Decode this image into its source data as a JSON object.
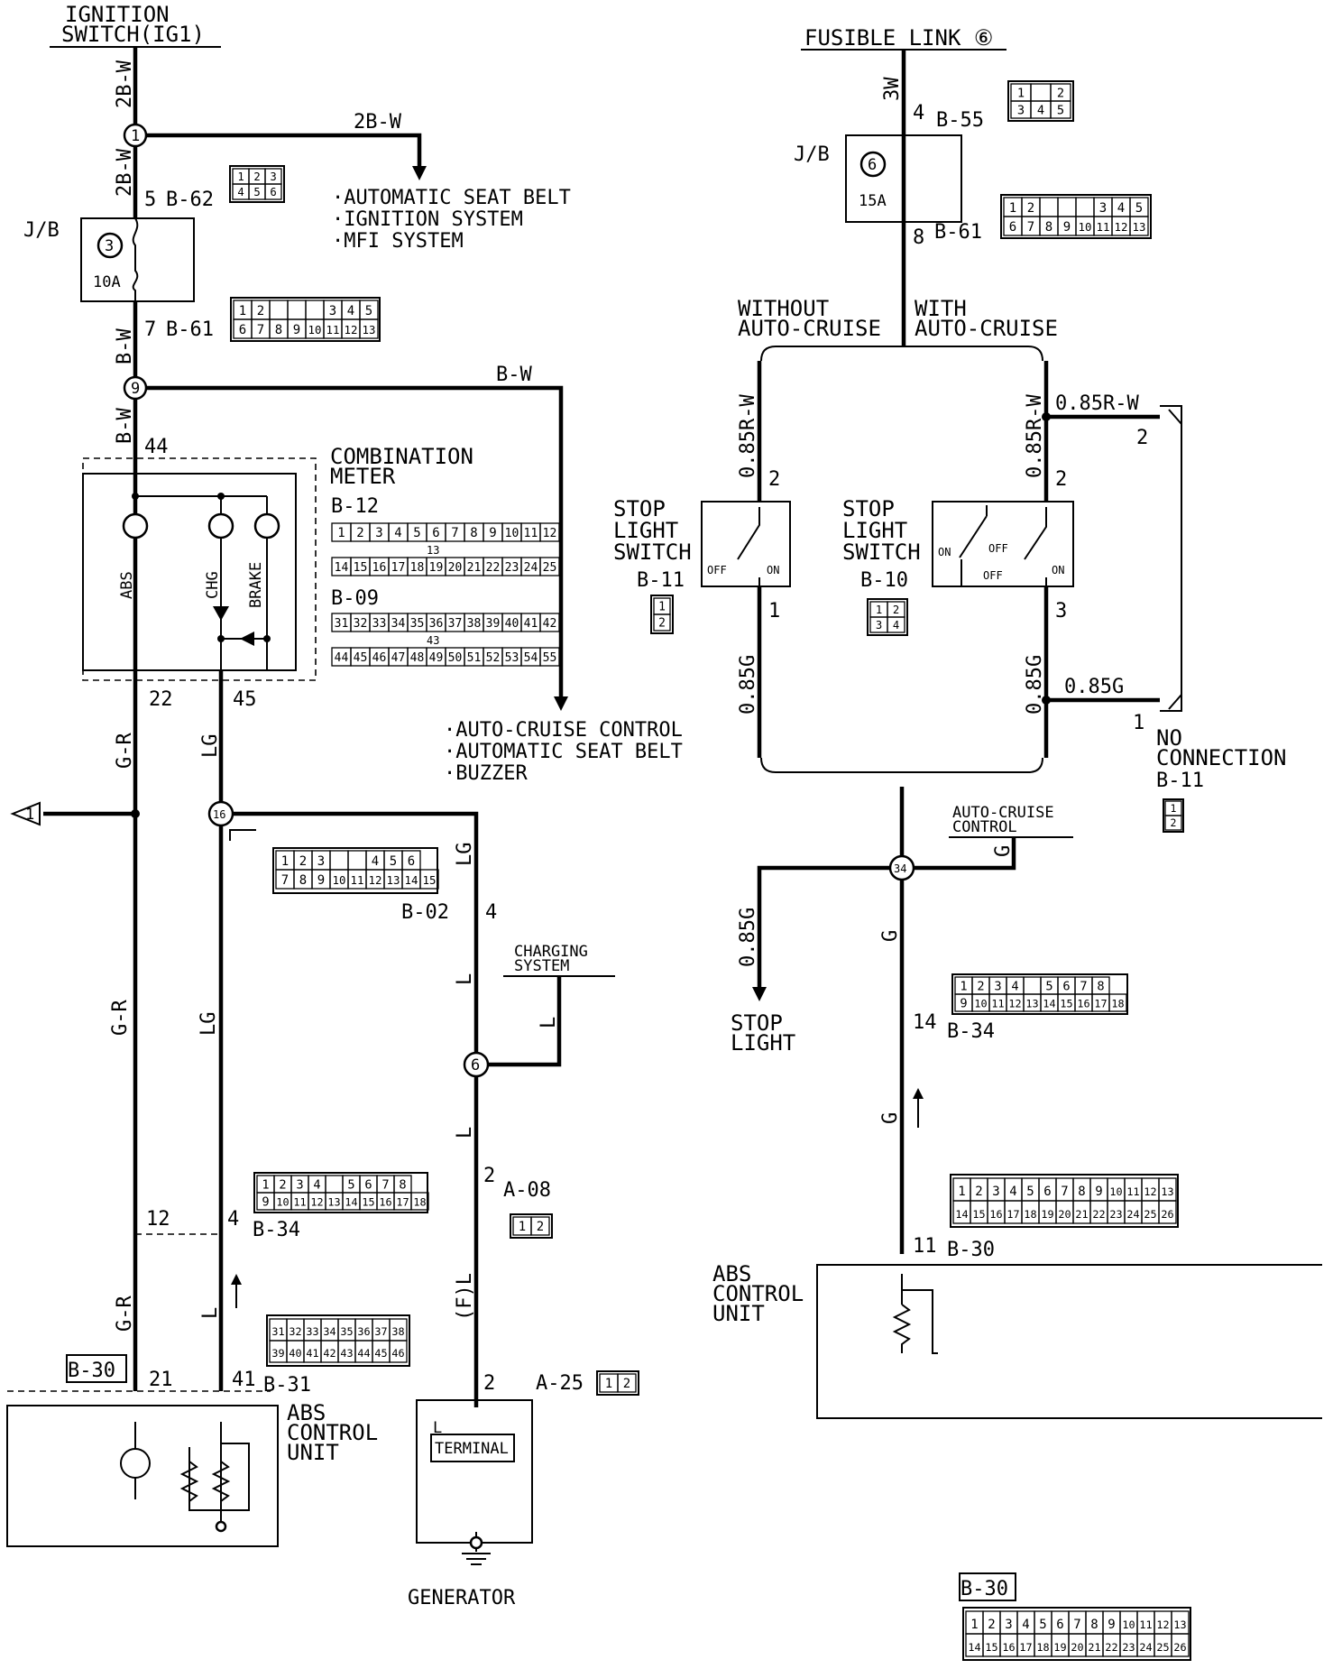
{
  "sources": {
    "ignition": [
      "IGNITION",
      "SWITCH(IG1)"
    ],
    "fusible": "FUSIBLE LINK ⑥"
  },
  "junction_block": {
    "label": "J/B",
    "fuse_left": {
      "num": "3",
      "rating": "10A"
    },
    "fuse_right": {
      "num": "6",
      "rating": "15A"
    }
  },
  "left_wires": {
    "w1": "2B-W",
    "w2": "2B-W",
    "w3": "2B-W",
    "w4": "B-W",
    "w5": "B-W",
    "w6": "B-W",
    "w7": "G-R",
    "w8": "LG",
    "w9": "LG",
    "w10": "G-R",
    "w11": "LG",
    "w12": "L",
    "w13": "L",
    "w14": "L",
    "w15": "L",
    "w16": "G-R",
    "w17": "L",
    "w18": "(F)L"
  },
  "right_wires": {
    "r1": "3W",
    "r2": "0.85R-W",
    "r3": "0.85R-W",
    "r4": "0.85R-W",
    "r5": "0.85G",
    "r6": "0.85G",
    "r7": "0.85G",
    "r8": "0.85G",
    "r9": "G",
    "r10": "G",
    "r11": "G"
  },
  "pins": {
    "p5": "5",
    "p7": "7",
    "p44": "44",
    "p22": "22",
    "p45": "45",
    "p4a": "4",
    "p2a": "2",
    "p2b": "2",
    "p12": "12",
    "p4b": "4",
    "p21": "21",
    "p41": "41",
    "p4c": "4",
    "p8": "8",
    "p2c": "2",
    "p1a": "1",
    "p2d": "2",
    "p3": "3",
    "p2e": "2",
    "p1b": "1",
    "p14": "14",
    "p11": "11"
  },
  "connectors": {
    "B62": "B-62",
    "B61": "B-61",
    "B12": "B-12",
    "B09": "B-09",
    "B02": "B-02",
    "A08": "A-08",
    "B34": "B-34",
    "B31": "B-31",
    "B30": "B-30",
    "A25": "A-25",
    "B55": "B-55",
    "B61r": "B-61",
    "B11": "B-11",
    "B10": "B-10",
    "B11nc": "B-11",
    "B34r": "B-34",
    "B30r": "B-30",
    "B30b": "B-30"
  },
  "splices": {
    "s1": "1",
    "s9": "9",
    "s16": "16",
    "s6": "6",
    "s34": "34",
    "off1": "1"
  },
  "dest_top": [
    "·AUTOMATIC SEAT BELT",
    "·IGNITION SYSTEM",
    "·MFI SYSTEM"
  ],
  "dest_mid": [
    "·AUTO-CRUISE CONTROL",
    "·AUTOMATIC SEAT BELT",
    "·BUZZER"
  ],
  "combination_meter": {
    "title": [
      "COMBINATION",
      "METER"
    ],
    "lamps": [
      "ABS",
      "CHG",
      "BRAKE"
    ]
  },
  "charging_system": [
    "CHARGING",
    "SYSTEM"
  ],
  "abs_unit": [
    "ABS",
    "CONTROL",
    "UNIT"
  ],
  "abs_unit_r": [
    "ABS",
    "CONTROL",
    "UNIT"
  ],
  "generator": {
    "label": "GENERATOR",
    "terminal": "TERMINAL",
    "terminal_tag": "L"
  },
  "auto_cruise_opts": {
    "without": [
      "WITHOUT",
      "AUTO-CRUISE"
    ],
    "with": [
      "WITH",
      "AUTO-CRUISE"
    ]
  },
  "stop_switch": {
    "title": [
      "STOP",
      "LIGHT",
      "SWITCH"
    ],
    "off": "OFF",
    "on": "ON"
  },
  "stop_switch_r": {
    "title": [
      "STOP",
      "LIGHT",
      "SWITCH"
    ],
    "on1": "ON",
    "off1": "OFF",
    "off2": "OFF",
    "on2": "ON"
  },
  "no_connection": [
    "NO",
    "CONNECTION"
  ],
  "auto_cruise_ctrl": [
    "AUTO-CRUISE",
    "CONTROL"
  ],
  "stop_light": [
    "STOP",
    "LIGHT"
  ],
  "grids": {
    "g_b62": {
      "rows": [
        [
          "1",
          "2",
          "3"
        ],
        [
          "4",
          "5",
          "6"
        ]
      ]
    },
    "g_b61": {
      "rows": [
        [
          "1",
          "2",
          "",
          "",
          "",
          "3",
          "4",
          "5"
        ],
        [
          "6",
          "7",
          "8",
          "9",
          "10",
          "11",
          "12",
          "13"
        ]
      ]
    },
    "g_b12": {
      "rows": [
        [
          "1",
          "2",
          "3",
          "4",
          "5",
          "6",
          "7",
          "8",
          "9",
          "10",
          "11",
          "12"
        ],
        [
          "14",
          "15",
          "16",
          "17",
          "18",
          "19",
          "20",
          "21",
          "22",
          "23",
          "24",
          "25"
        ]
      ],
      "mid": "13"
    },
    "g_b09": {
      "rows": [
        [
          "31",
          "32",
          "33",
          "34",
          "35",
          "36",
          "37",
          "38",
          "39",
          "40",
          "41",
          "42"
        ],
        [
          "44",
          "45",
          "46",
          "47",
          "48",
          "49",
          "50",
          "51",
          "52",
          "53",
          "54",
          "55"
        ]
      ],
      "mid": "43"
    },
    "g_b02": {
      "rows": [
        [
          "1",
          "2",
          "3",
          "",
          "",
          "4",
          "5",
          "6"
        ],
        [
          "7",
          "8",
          "9",
          "10",
          "11",
          "12",
          "13",
          "14",
          "15"
        ]
      ]
    },
    "g_b34": {
      "rows": [
        [
          "1",
          "2",
          "3",
          "4",
          "",
          "5",
          "6",
          "7",
          "8"
        ],
        [
          "9",
          "10",
          "11",
          "12",
          "13",
          "14",
          "15",
          "16",
          "17",
          "18"
        ]
      ]
    },
    "g_b31": {
      "rows": [
        [
          "31",
          "32",
          "33",
          "34",
          "35",
          "36",
          "37",
          "38"
        ],
        [
          "39",
          "40",
          "41",
          "42",
          "43",
          "44",
          "45",
          "46"
        ]
      ]
    },
    "g_b55": {
      "rows": [
        [
          "1",
          "",
          "2"
        ],
        [
          "3",
          "4",
          "5"
        ]
      ]
    },
    "g_b61r": {
      "rows": [
        [
          "1",
          "2",
          "",
          "",
          "",
          "3",
          "4",
          "5"
        ],
        [
          "6",
          "7",
          "8",
          "9",
          "10",
          "11",
          "12",
          "13"
        ]
      ]
    },
    "g_b34r": {
      "rows": [
        [
          "1",
          "2",
          "3",
          "4",
          "",
          "5",
          "6",
          "7",
          "8"
        ],
        [
          "9",
          "10",
          "11",
          "12",
          "13",
          "14",
          "15",
          "16",
          "17",
          "18"
        ]
      ]
    },
    "g_b30r": {
      "rows": [
        [
          "1",
          "2",
          "3",
          "4",
          "5",
          "6",
          "7",
          "8",
          "9",
          "10",
          "11",
          "12",
          "13"
        ],
        [
          "14",
          "15",
          "16",
          "17",
          "18",
          "19",
          "20",
          "21",
          "22",
          "23",
          "24",
          "25",
          "26"
        ]
      ]
    },
    "g_b30b": {
      "rows": [
        [
          "1",
          "2",
          "3",
          "4",
          "5",
          "6",
          "7",
          "8",
          "9",
          "10",
          "11",
          "12",
          "13"
        ],
        [
          "14",
          "15",
          "16",
          "17",
          "18",
          "19",
          "20",
          "21",
          "22",
          "23",
          "24",
          "25",
          "26"
        ]
      ]
    },
    "g_sw2": {
      "rows": [
        [
          "1"
        ],
        [
          "2"
        ]
      ]
    },
    "g_sw4": {
      "rows": [
        [
          "1",
          "2"
        ],
        [
          "3",
          "4"
        ]
      ]
    },
    "g_nc": {
      "rows": [
        [
          "1"
        ],
        [
          "2"
        ]
      ]
    },
    "g_a08": {
      "rows": [
        [
          "1",
          "2"
        ]
      ]
    },
    "g_a25": {
      "rows": [
        [
          "1",
          "2"
        ]
      ]
    }
  }
}
